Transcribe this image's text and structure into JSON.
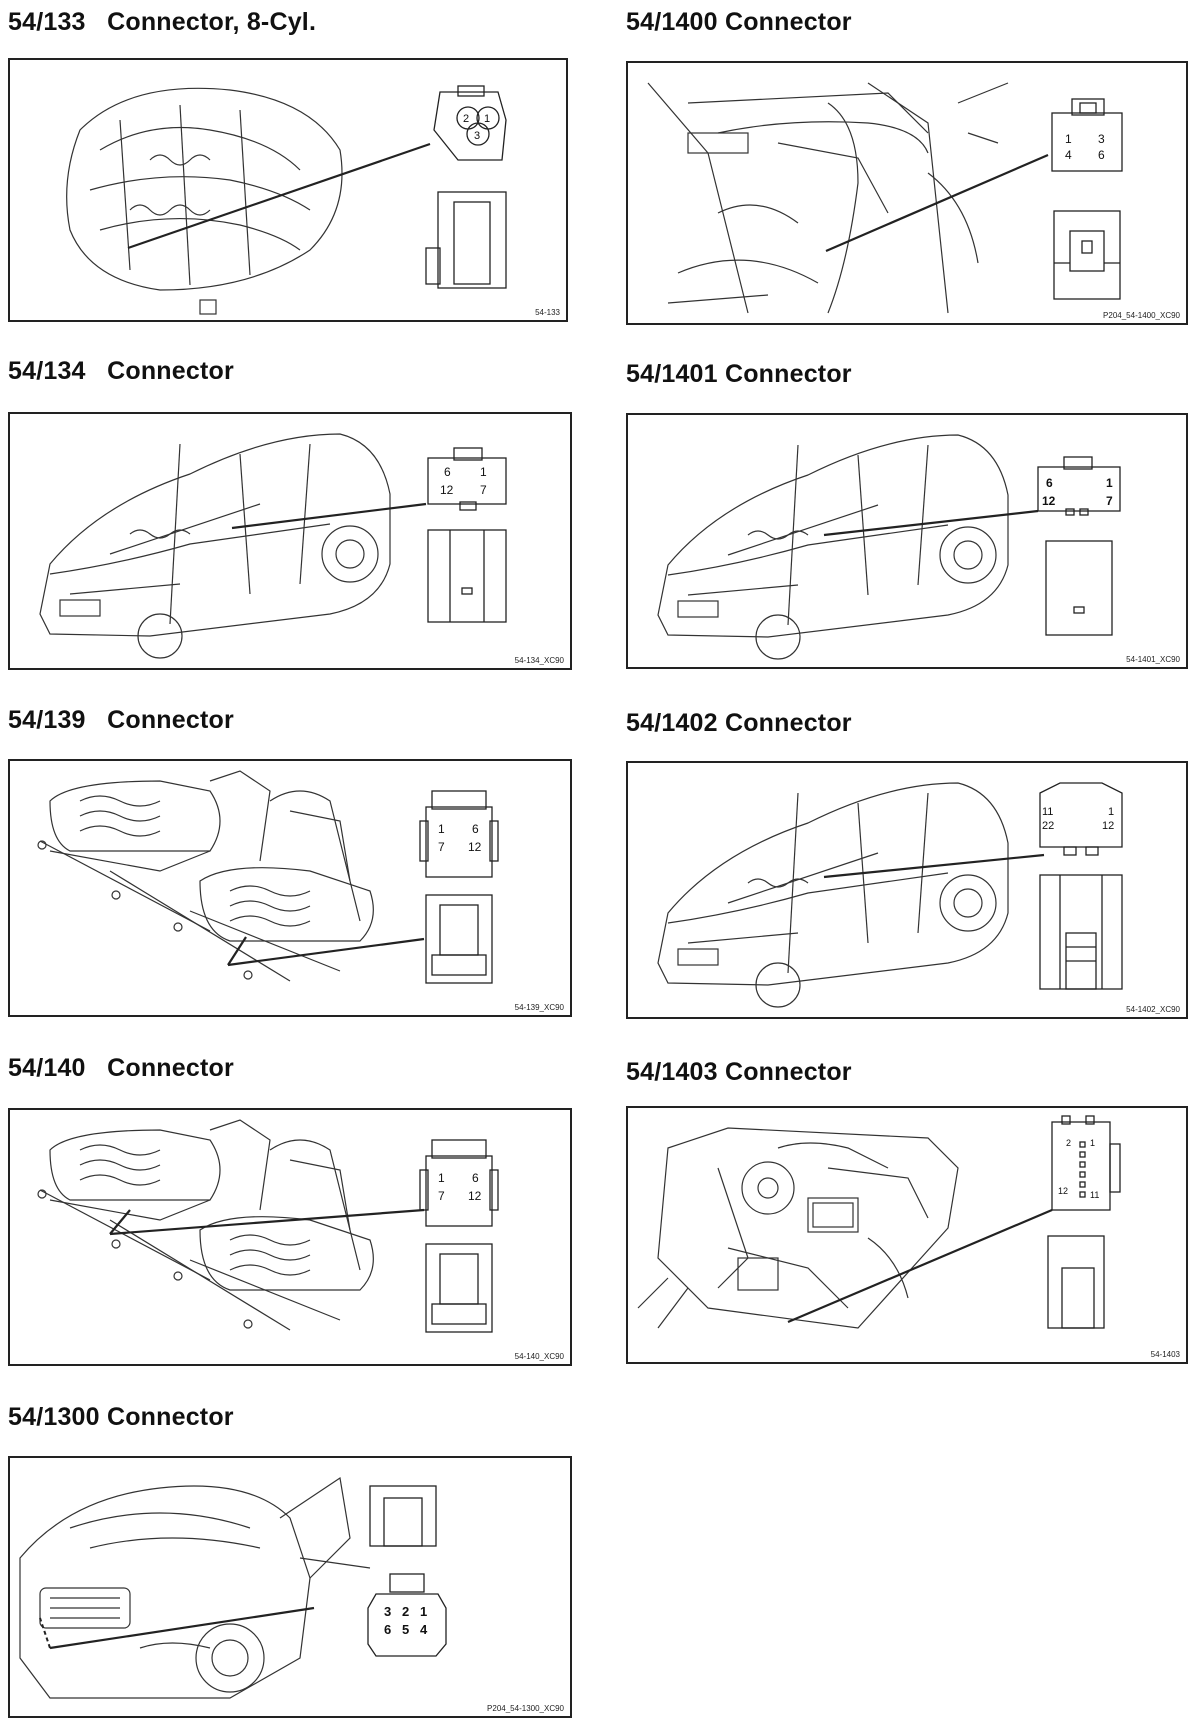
{
  "connectors": [
    {
      "id": "54-133",
      "number": "54/133",
      "name": "Connector, 8-Cyl.",
      "code": "54-133",
      "pins": [
        "2",
        "1",
        "3"
      ]
    },
    {
      "id": "54-1400",
      "number": "54/1400",
      "name": "Connector",
      "code": "P204_54-1400_XC90",
      "pins": [
        "1",
        "3",
        "4",
        "6"
      ]
    },
    {
      "id": "54-134",
      "number": "54/134",
      "name": "Connector",
      "code": "54-134_XC90",
      "pins": [
        "6",
        "1",
        "12",
        "7"
      ]
    },
    {
      "id": "54-1401",
      "number": "54/1401",
      "name": "Connector",
      "code": "54-1401_XC90",
      "pins": [
        "6",
        "1",
        "12",
        "7"
      ]
    },
    {
      "id": "54-139",
      "number": "54/139",
      "name": "Connector",
      "code": "54-139_XC90",
      "pins": [
        "1",
        "6",
        "7",
        "12"
      ]
    },
    {
      "id": "54-1402",
      "number": "54/1402",
      "name": "Connector",
      "code": "54-1402_XC90",
      "pins": [
        "11",
        "1",
        "22",
        "12"
      ]
    },
    {
      "id": "54-140",
      "number": "54/140",
      "name": "Connector",
      "code": "54-140_XC90",
      "pins": [
        "1",
        "6",
        "7",
        "12"
      ]
    },
    {
      "id": "54-1403",
      "number": "54/1403",
      "name": "Connector",
      "code": "54-1403",
      "pins": [
        "2",
        "1",
        "12",
        "11"
      ]
    },
    {
      "id": "54-1300",
      "number": "54/1300",
      "name": "Connector",
      "code": "P204_54-1300_XC90",
      "pins": [
        "3",
        "2",
        "1",
        "6",
        "5",
        "4"
      ]
    }
  ]
}
